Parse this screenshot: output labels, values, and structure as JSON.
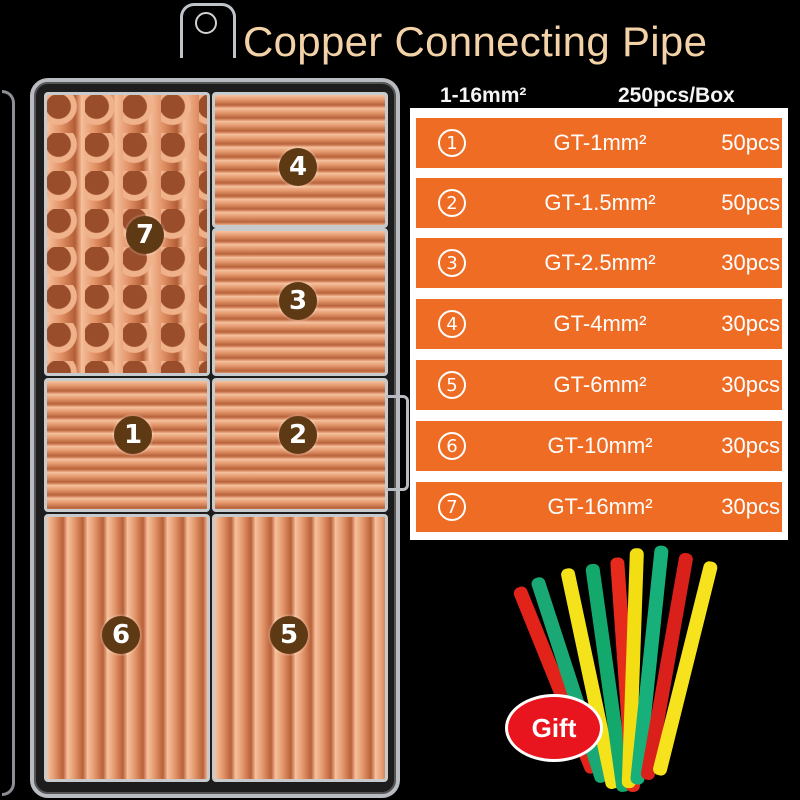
{
  "title": "Copper Connecting Pipe",
  "subtitle_range": "1-16mm²",
  "subtitle_count": "250pcs/Box",
  "compartment_badges": [
    "7",
    "4",
    "3",
    "1",
    "2",
    "6",
    "5"
  ],
  "spec_rows": [
    {
      "num": "1",
      "model": "GT-1mm²",
      "qty": "50pcs"
    },
    {
      "num": "2",
      "model": "GT-1.5mm²",
      "qty": "50pcs"
    },
    {
      "num": "3",
      "model": "GT-2.5mm²",
      "qty": "30pcs"
    },
    {
      "num": "4",
      "model": "GT-4mm²",
      "qty": "30pcs"
    },
    {
      "num": "5",
      "model": "GT-6mm²",
      "qty": "30pcs"
    },
    {
      "num": "6",
      "model": "GT-10mm²",
      "qty": "30pcs"
    },
    {
      "num": "7",
      "model": "GT-16mm²",
      "qty": "30pcs"
    }
  ],
  "gift_label": "Gift",
  "colors": {
    "accent_orange": "#ef6c24",
    "title_color": "#f3d2a8",
    "gift_red": "#e8141e",
    "badge_brown": "#5e3a14"
  }
}
